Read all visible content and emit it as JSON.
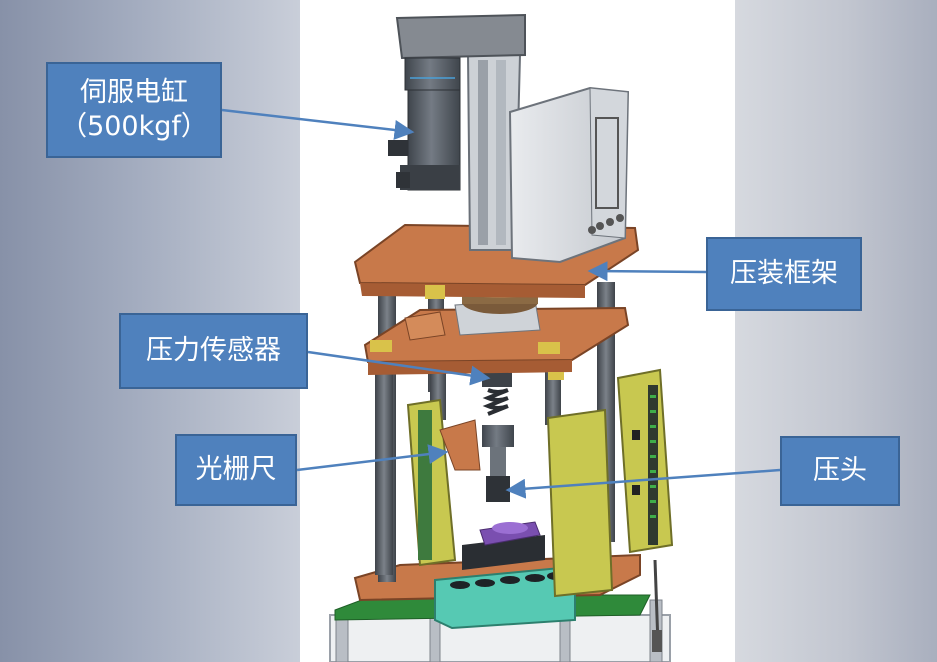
{
  "callouts": {
    "servo": {
      "line1": "伺服电缸",
      "line2": "（500kgf）"
    },
    "frame": "压装框架",
    "sensor": "压力传感器",
    "grating": "光栅尺",
    "head": "压头"
  },
  "colors": {
    "callout_fill": "#4f81bd",
    "callout_border": "#3a6496",
    "leader": "#4f81bd",
    "plate_orange": "#c8794a",
    "motor_gray": "#5a6068",
    "column_gray": "#5c6168",
    "bracket_yellow": "#c8c850",
    "tray_teal": "#56c9b3"
  }
}
